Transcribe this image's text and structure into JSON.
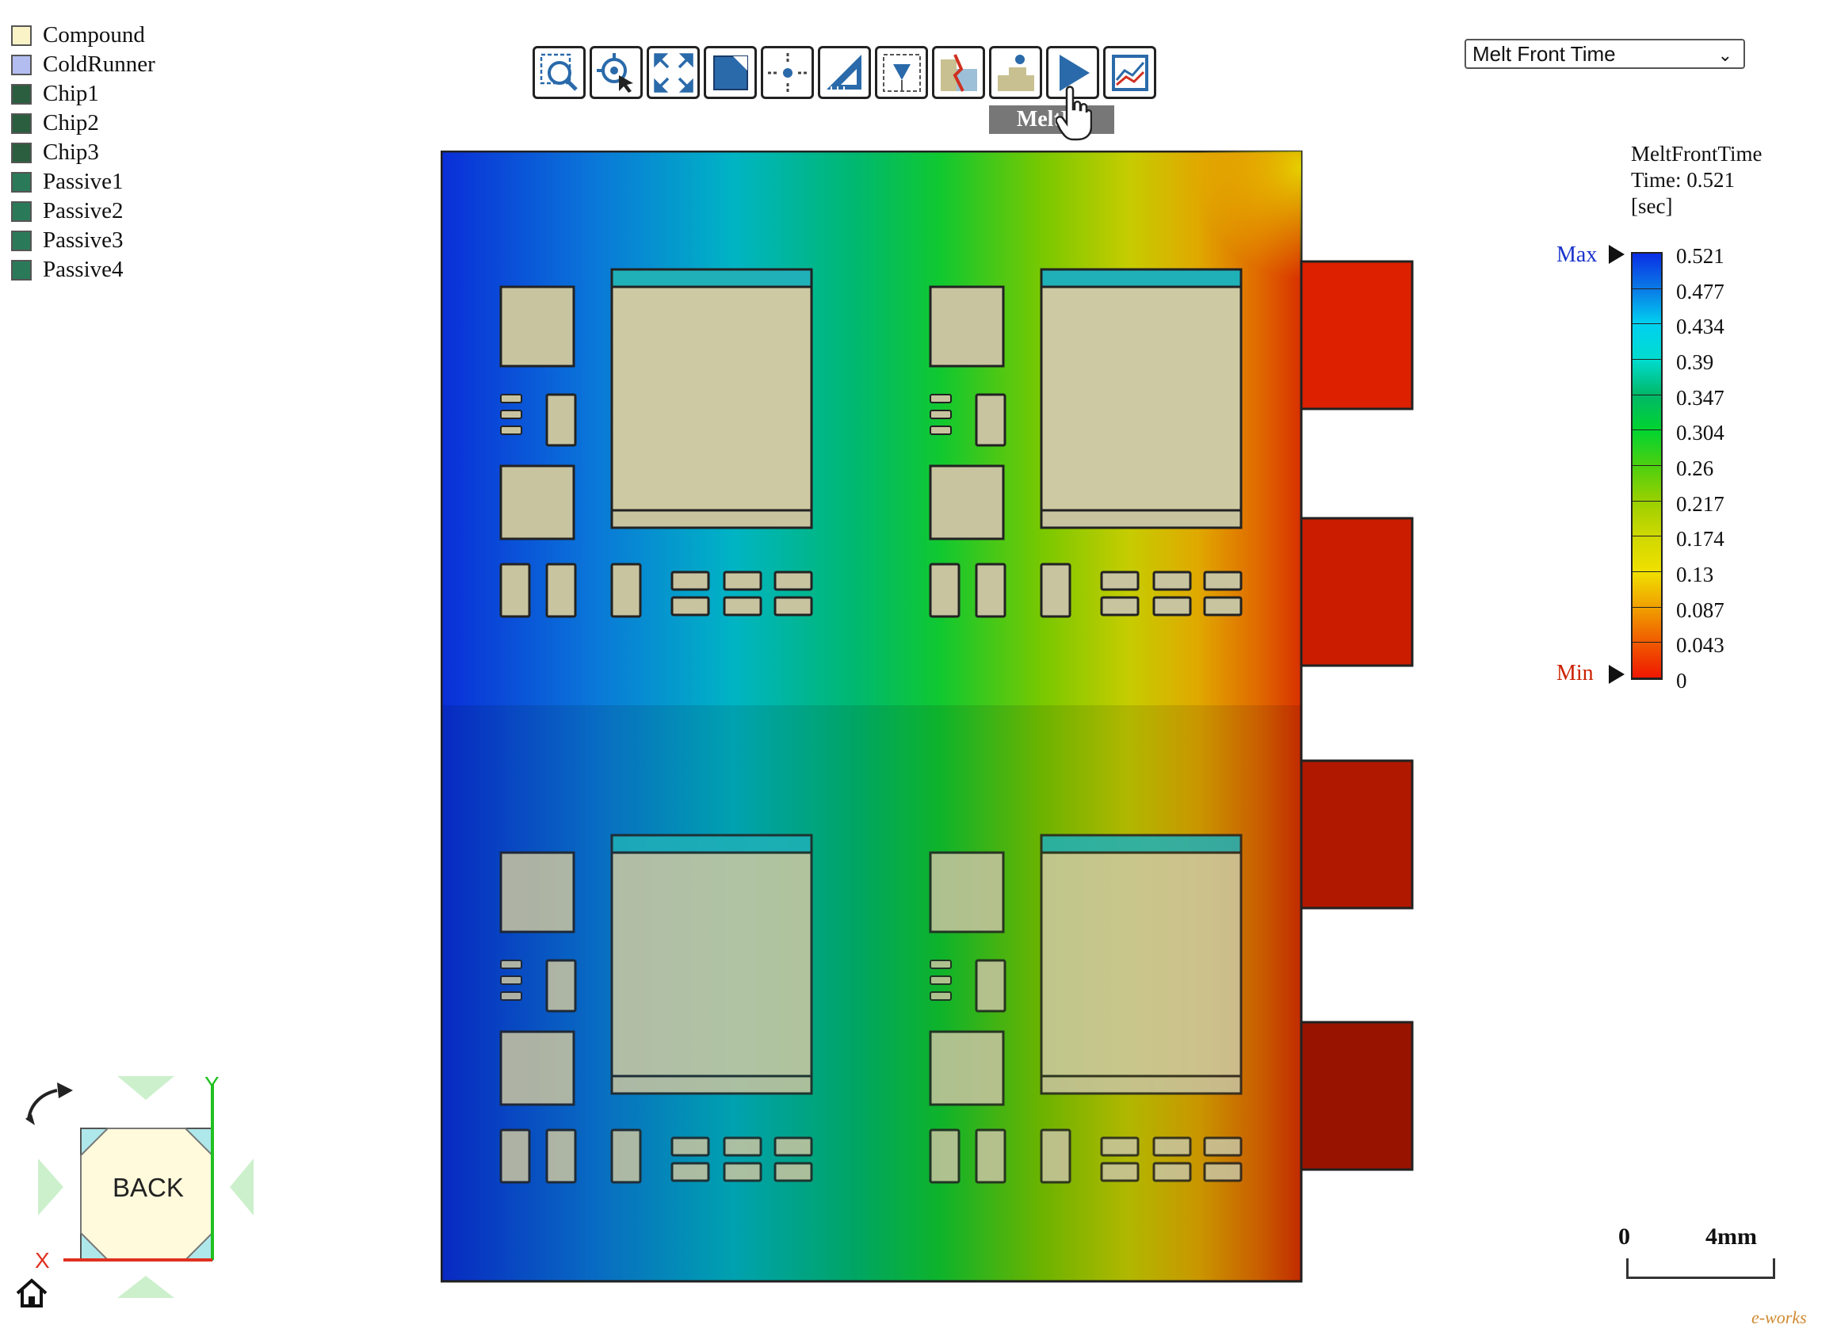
{
  "legend": {
    "items": [
      {
        "label": "Compound",
        "color": "#fbf3c8"
      },
      {
        "label": "ColdRunner",
        "color": "#b3bdf0"
      },
      {
        "label": "Chip1",
        "color": "#2a5e3e"
      },
      {
        "label": "Chip2",
        "color": "#2a5e3e"
      },
      {
        "label": "Chip3",
        "color": "#2a5e3e"
      },
      {
        "label": "Passive1",
        "color": "#2a7a5a"
      },
      {
        "label": "Passive2",
        "color": "#2a7a5a"
      },
      {
        "label": "Passive3",
        "color": "#2a7a5a"
      },
      {
        "label": "Passive4",
        "color": "#2a7a5a"
      }
    ]
  },
  "toolbar": {
    "buttons": [
      {
        "icon": "zoom-window-icon"
      },
      {
        "icon": "pick-point-icon"
      },
      {
        "icon": "fit-view-icon"
      },
      {
        "icon": "section-icon"
      },
      {
        "icon": "center-icon"
      },
      {
        "icon": "measure-icon"
      },
      {
        "icon": "probe-icon"
      },
      {
        "icon": "weldline-icon"
      },
      {
        "icon": "gate-icon"
      },
      {
        "icon": "play-icon"
      },
      {
        "icon": "xy-plot-icon"
      }
    ],
    "tooltip": "MeltF  t"
  },
  "result_select": {
    "value": "Melt Front Time"
  },
  "colorbar": {
    "title_line1": "MeltFrontTime",
    "title_line2": "Time: 0.521",
    "title_line3": "[sec]",
    "max_label": "Max",
    "min_label": "Min",
    "ticks": [
      "0.521",
      "0.477",
      "0.434",
      "0.39",
      "0.347",
      "0.304",
      "0.26",
      "0.217",
      "0.174",
      "0.13",
      "0.087",
      "0.043",
      "0"
    ],
    "colors": [
      "#0a2ee6",
      "#0a7ae6",
      "#00d0f0",
      "#00dcd0",
      "#00b868",
      "#00d430",
      "#4cd010",
      "#9ad000",
      "#cfd800",
      "#f0e000",
      "#f0a000",
      "#f05a00",
      "#f01800"
    ]
  },
  "scale_bar": {
    "start": "0",
    "end": "4mm"
  },
  "view_cube": {
    "face_label": "BACK",
    "axis_x": "X",
    "axis_y": "Y"
  },
  "watermark": "e-works"
}
